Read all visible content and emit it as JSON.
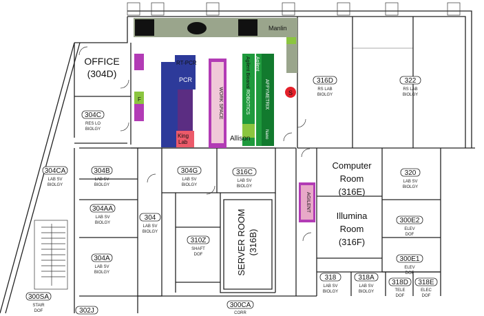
{
  "rooms": {
    "office": {
      "name": "OFFICE",
      "number": "(304D)"
    },
    "r304C": {
      "number": "304C",
      "line1": "RES LO",
      "line2": "BIOLGY"
    },
    "r304CA": {
      "number": "304CA",
      "line1": "LAB SV",
      "line2": "BIOLGY"
    },
    "r304B": {
      "number": "304B",
      "line1": "LAB SV",
      "line2": "BIOLGY"
    },
    "r304AA": {
      "number": "304AA",
      "line1": "LAB SV",
      "line2": "BIOLGY"
    },
    "r304": {
      "number": "304",
      "line1": "LAB SV",
      "line2": "BIOLGY"
    },
    "r304A": {
      "number": "304A",
      "line1": "LAB SV",
      "line2": "BIOLGY"
    },
    "r300SA": {
      "number": "300SA",
      "line1": "STAIR",
      "line2": "DOF"
    },
    "r302J": {
      "number": "302J"
    },
    "r304G": {
      "number": "304G",
      "line1": "LAB SV",
      "line2": "BIOLGY"
    },
    "r316C": {
      "number": "316C",
      "line1": "LAB SV",
      "line2": "BIOLGY"
    },
    "r310Z": {
      "number": "310Z",
      "line1": "SHAFT",
      "line2": "DOF"
    },
    "server": {
      "name": "SERVER ROOM",
      "number": "(316B)"
    },
    "r300CA": {
      "number": "300CA",
      "line1": "CORR"
    },
    "r316D": {
      "number": "316D",
      "line1": "RS LAB",
      "line2": "BIOLGY"
    },
    "r322": {
      "number": "322",
      "line1": "RS LAB",
      "line2": "BIOLGY"
    },
    "computer": {
      "name1": "Computer",
      "name2": "Room",
      "number": "(316E)"
    },
    "r320": {
      "number": "320",
      "line1": "LAB SV",
      "line2": "BIOLGY"
    },
    "illumina": {
      "name1": "Illumina",
      "name2": "Room",
      "number": "(316F)"
    },
    "r300E2": {
      "number": "300E2",
      "line1": "ELEV",
      "line2": "DOF"
    },
    "r300E1": {
      "number": "300E1",
      "line1": "ELEV",
      "line2": "DOF"
    },
    "r318": {
      "number": "318",
      "line1": "LAB SV",
      "line2": "BIOLGY"
    },
    "r318A": {
      "number": "318A",
      "line1": "LAB SV",
      "line2": "BIOLGY"
    },
    "r318D": {
      "number": "318D",
      "line1": "TELE",
      "line2": "DOF"
    },
    "r318E": {
      "number": "318E",
      "line1": "ELEC",
      "line2": "DOF"
    }
  },
  "equipment": {
    "rtpcr": "RT-PCR",
    "pcr": "PCR",
    "king": "King Lab",
    "workspace": "WORK SPACE",
    "agilent_bioanal": "Agilent Bioanal",
    "robotics": "ROBOTICS",
    "agilent": "Agilent",
    "affymetrix": "AFFYMETRIX",
    "nano": "Nano",
    "manlin": "Manlin",
    "allison": "Allison",
    "f_label": "F",
    "s_marker": "S",
    "agilent_room": "AGILENT"
  },
  "colors": {
    "navy": "#2d3a9a",
    "purple": "#5b2d82",
    "magenta": "#b23bb5",
    "pink": "#e8a9c8",
    "lightpink": "#f0c8d8",
    "green": "#1f9a3d",
    "darkgreen": "#127a2e",
    "lime": "#8bc53f",
    "olive": "#9aa58c",
    "red": "#e4202a",
    "salmon": "#ec5a6a"
  }
}
